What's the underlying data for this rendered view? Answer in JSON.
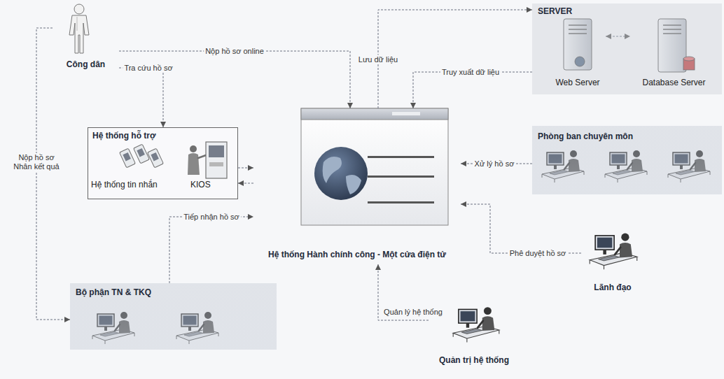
{
  "diagram": {
    "nodes": [
      {
        "text": [
          "Công dân"
        ]
      },
      {
        "text": [
          "Hệ thống hỗ trợ",
          "Hệ thống tin nhắn",
          "KIOS"
        ]
      },
      {
        "text": [
          "Hệ thống Hành chính công - Một cửa điện tử"
        ]
      },
      {
        "text": [
          "SERVER"
        ]
      },
      {
        "text": [
          "Web Server"
        ],
        "in": 3
      },
      {
        "text": [
          "Database Server"
        ],
        "in": 3
      },
      {
        "text": [
          "Phòng ban chuyên môn"
        ]
      },
      {
        "text": [
          "Lãnh đạo"
        ]
      },
      {
        "text": [
          "Bộ phận TN & TKQ"
        ]
      },
      {
        "text": [
          "Quản trị hệ thống"
        ]
      }
    ],
    "edges": [
      {
        "from": 0,
        "to": 2,
        "label": "Nộp hồ sơ online",
        "arrow": "to"
      },
      {
        "from": 0,
        "to": 1,
        "label": "Tra cứu hồ sơ",
        "arrow": "to"
      },
      {
        "from": 0,
        "to": 8,
        "label": "Nộp hồ sơ Nhân kết quả",
        "arrow": "to"
      },
      {
        "from": 1,
        "to": 2,
        "arrow": "to"
      },
      {
        "from": 2,
        "to": 1,
        "arrow": "to"
      },
      {
        "from": 8,
        "to": 2,
        "label": "Tiếp nhận hồ sơ",
        "arrow": "to"
      },
      {
        "from": 2,
        "to": 3,
        "label": "Lưu dữ liệu",
        "arrow": "to"
      },
      {
        "from": 3,
        "to": 2,
        "label": "Truy xuất dữ liệu",
        "arrow": "to"
      },
      {
        "from": 4,
        "to": 5,
        "arrow": "both"
      },
      {
        "from": 6,
        "to": 2,
        "label": "Xử lý hồ sơ",
        "arrow": "to"
      },
      {
        "from": 7,
        "to": 2,
        "label": "Phê duyệt hồ sơ",
        "arrow": "to"
      },
      {
        "from": 9,
        "to": 2,
        "label": "Quản lý hệ thống",
        "arrow": "to"
      }
    ]
  }
}
